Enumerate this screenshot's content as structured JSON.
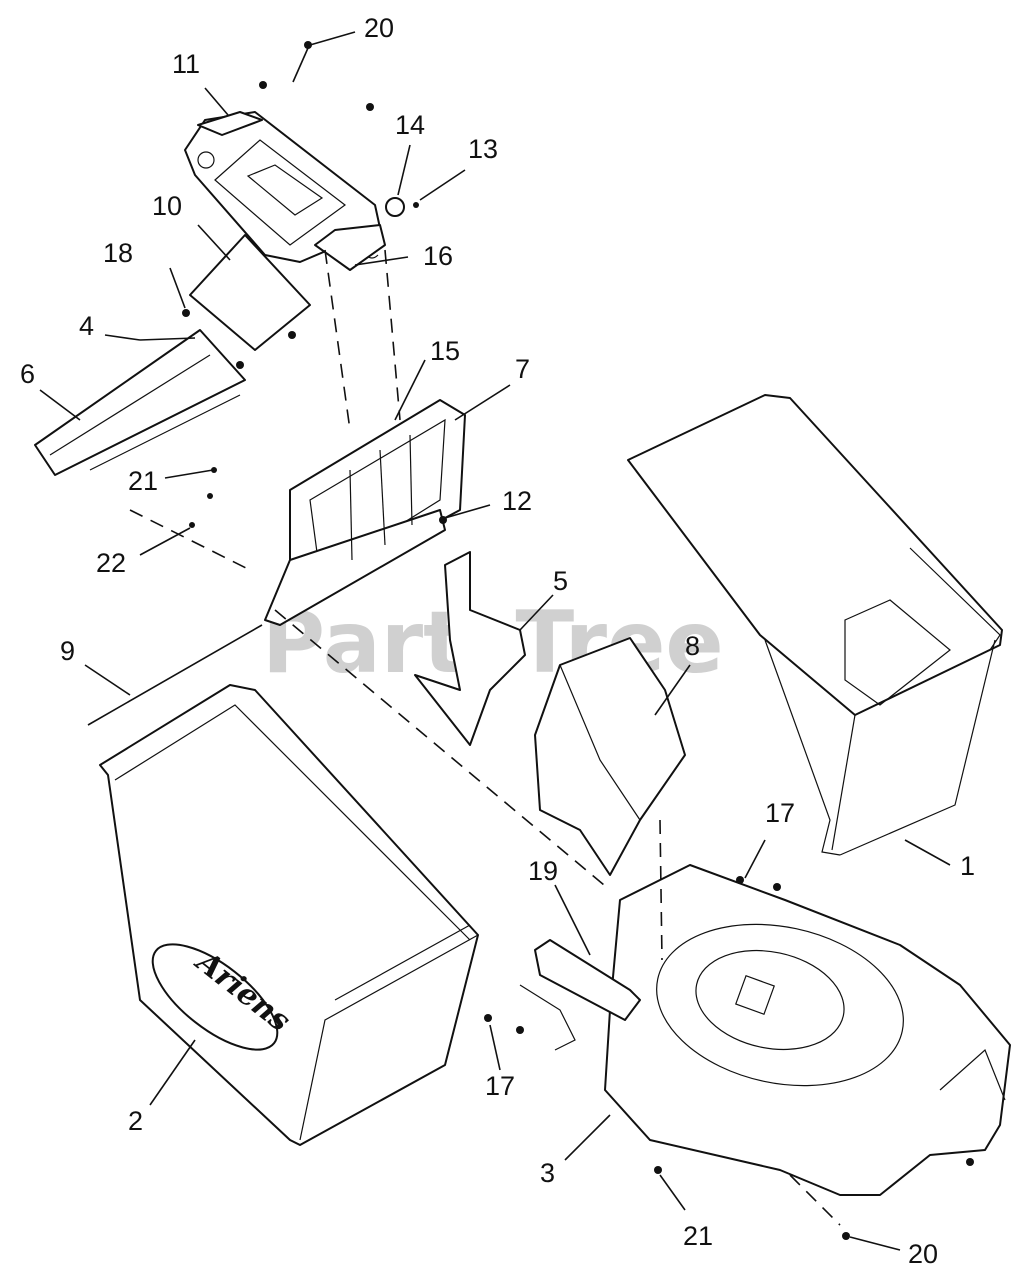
{
  "watermark": {
    "text": "PartsTree",
    "trademark": "™"
  },
  "brand_logo_text": "Ariens",
  "callouts": [
    "20",
    "11",
    "14",
    "13",
    "10",
    "16",
    "18",
    "4",
    "15",
    "7",
    "6",
    "21",
    "12",
    "22",
    "5",
    "9",
    "8",
    "17",
    "1",
    "19",
    "2",
    "17",
    "3",
    "21",
    "20"
  ]
}
